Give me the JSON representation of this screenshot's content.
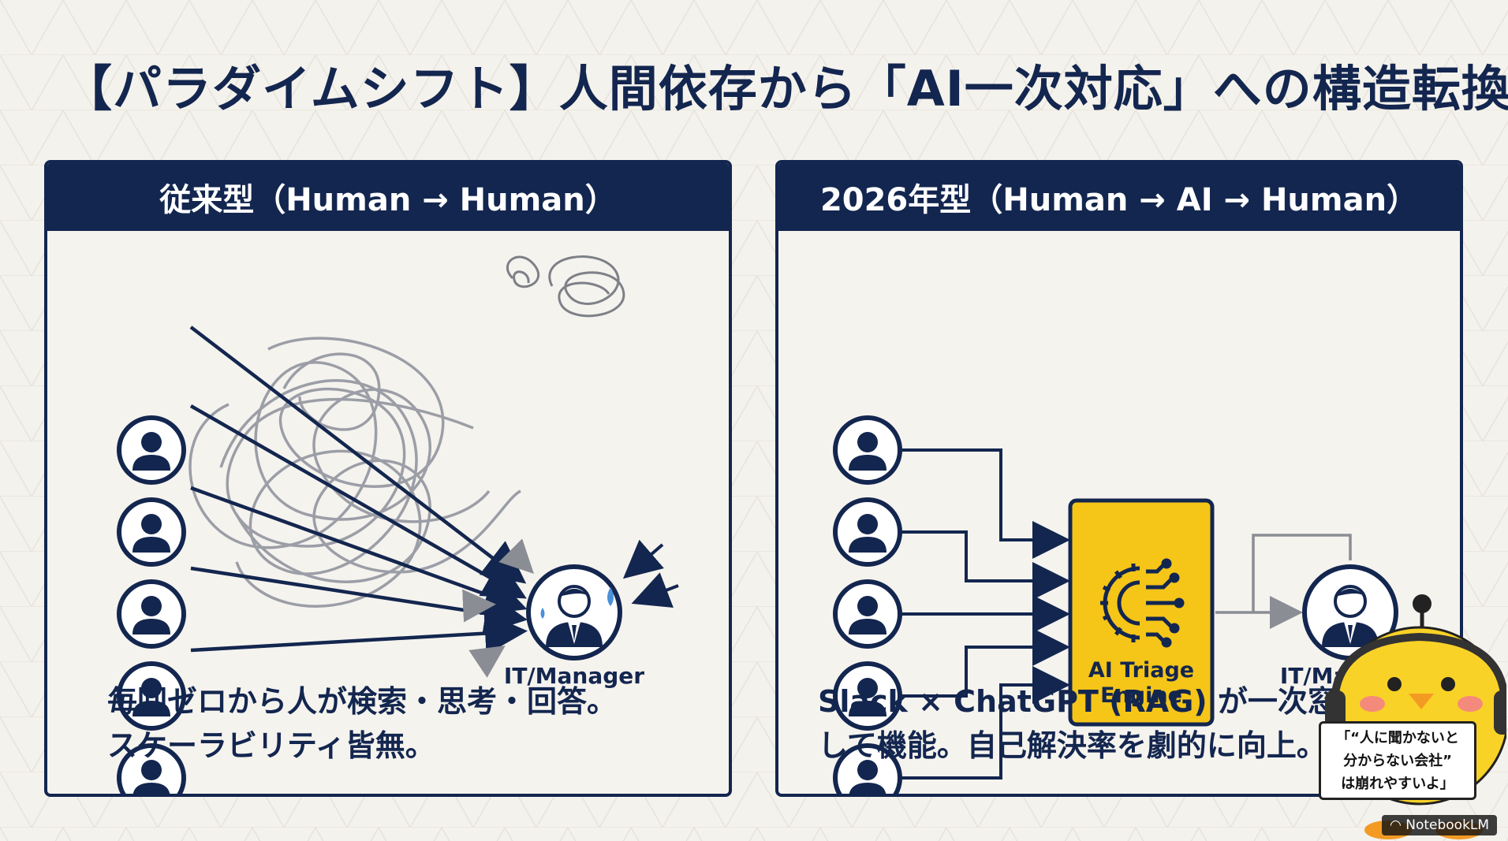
{
  "title": "【パラダイムシフト】人間依存から「AI一次対応」への構造転換",
  "left_panel": {
    "header": "従来型（Human → Human）",
    "manager_label": "IT/Manager",
    "caption_line1": "毎回ゼロから人が検索・思考・回答。",
    "caption_line2": "スケーラビリティ皆無。"
  },
  "right_panel": {
    "header": "2026年型（Human → AI → Human）",
    "engine_label_line1": "AI Triage",
    "engine_label_line2": "Engine",
    "manager_label": "IT/Manager",
    "caption_line1": "Slack × ChatGPT (RAG) が一次窓口と",
    "caption_line2": "して機能。自己解決率を劇的に向上。"
  },
  "mascot": {
    "sign_line1": "「“人に聞かないと",
    "sign_line2": "分からない会社”",
    "sign_line3": "は崩れやすいよ」"
  },
  "brand": "NotebookLM",
  "colors": {
    "navy": "#13264f",
    "engine_yellow": "#f5c518",
    "background": "#f4f2ec"
  }
}
